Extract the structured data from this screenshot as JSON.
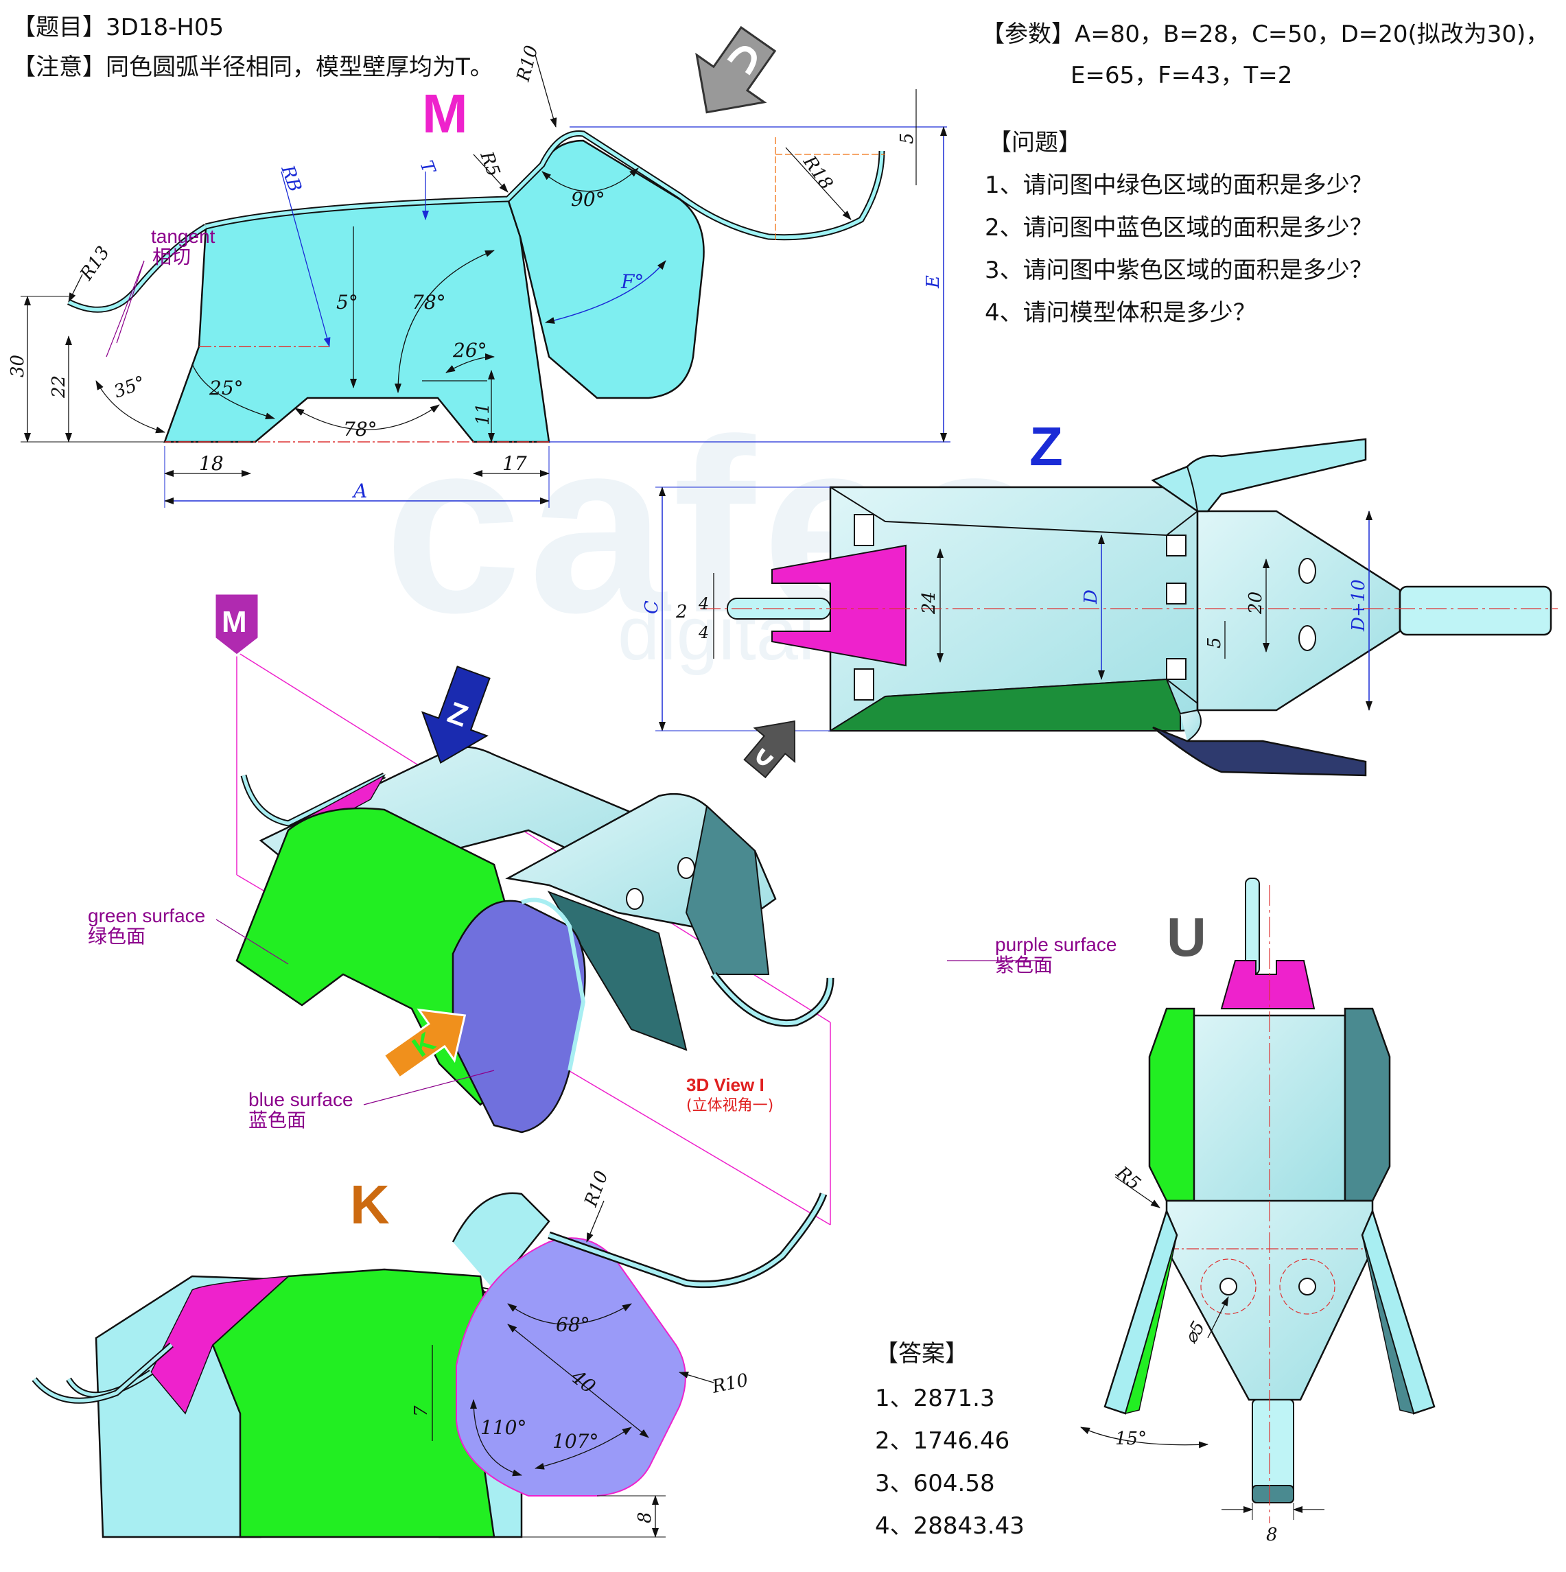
{
  "header": {
    "topic_label": "【题目】3D18-H05",
    "note_label": "【注意】同色圆弧半径相同，模型壁厚均为T。",
    "params_line1": "【参数】A=80，B=28，C=50，D=20(拟改为30)，",
    "params_line2": "E=65，F=43，T=2"
  },
  "questions": {
    "title": "【问题】",
    "items": [
      "1、请问图中绿色区域的面积是多少？",
      "2、请问图中蓝色区域的面积是多少？",
      "3、请问图中紫色区域的面积是多少？",
      "4、请问模型体积是多少？"
    ]
  },
  "answers": {
    "title": "【答案】",
    "items": [
      "1、2871.3",
      "2、1746.46",
      "3、604.58",
      "4、28843.43"
    ]
  },
  "views": {
    "m_letter": "M",
    "z_letter": "Z",
    "u_letter": "U",
    "k_letter": "K",
    "view3d_en": "3D View I",
    "view3d_cn": "(立体视角一)"
  },
  "labels": {
    "tangent_en": "tangent",
    "tangent_cn": "相切",
    "green_en": "green surface",
    "green_cn": "绿色面",
    "blue_en": "blue surface",
    "blue_cn": "蓝色面",
    "purple_en": "purple surface",
    "purple_cn": "紫色面"
  },
  "watermark": {
    "big": "cafes",
    "small": "digital competition"
  },
  "dims_m": {
    "r10": "R10",
    "r5": "R5",
    "rb": "RB",
    "t": "T",
    "r18": "R18",
    "r13": "R13",
    "five_top": "5",
    "ninety": "90°",
    "five_deg": "5°",
    "seventy_eight": "78°",
    "f_deg": "F°",
    "twenty_six": "26°",
    "twenty_five": "25°",
    "thirty_five": "35°",
    "seventy_eight_b": "78°",
    "eleven": "11",
    "thirty": "30",
    "twenty_two": "22",
    "eighteen": "18",
    "seventeen": "17",
    "a": "A",
    "e": "E"
  },
  "dims_z": {
    "c": "C",
    "d": "D",
    "d10": "D+10",
    "twenty_four": "24",
    "twenty": "20",
    "five": "5",
    "two": "2",
    "four_a": "4",
    "four_b": "4"
  },
  "dims_k": {
    "r10_top": "R10",
    "sixty_eight": "68°",
    "forty": "40",
    "r10_right": "R10",
    "seven": "7",
    "one_ten": "110°",
    "one_o_seven": "107°",
    "eight": "8"
  },
  "dims_u": {
    "r5": "R5",
    "phi5": "⌀5",
    "fifteen": "15°",
    "eight": "8"
  },
  "colors": {
    "cyan": "#7eeef0",
    "green": "#22ee22",
    "blue": "#7070dd",
    "lavender": "#9a9af8",
    "magenta": "#ee22cc",
    "dark_teal": "#4a8a90",
    "dim_blue": "#1a2bd6",
    "orange": "#f0901c",
    "label_purple": "#8b008b"
  },
  "icons": [
    "u-turn-arrow-icon",
    "z-direction-arrow-icon",
    "k-direction-arrow-icon",
    "m-view-marker-icon"
  ]
}
